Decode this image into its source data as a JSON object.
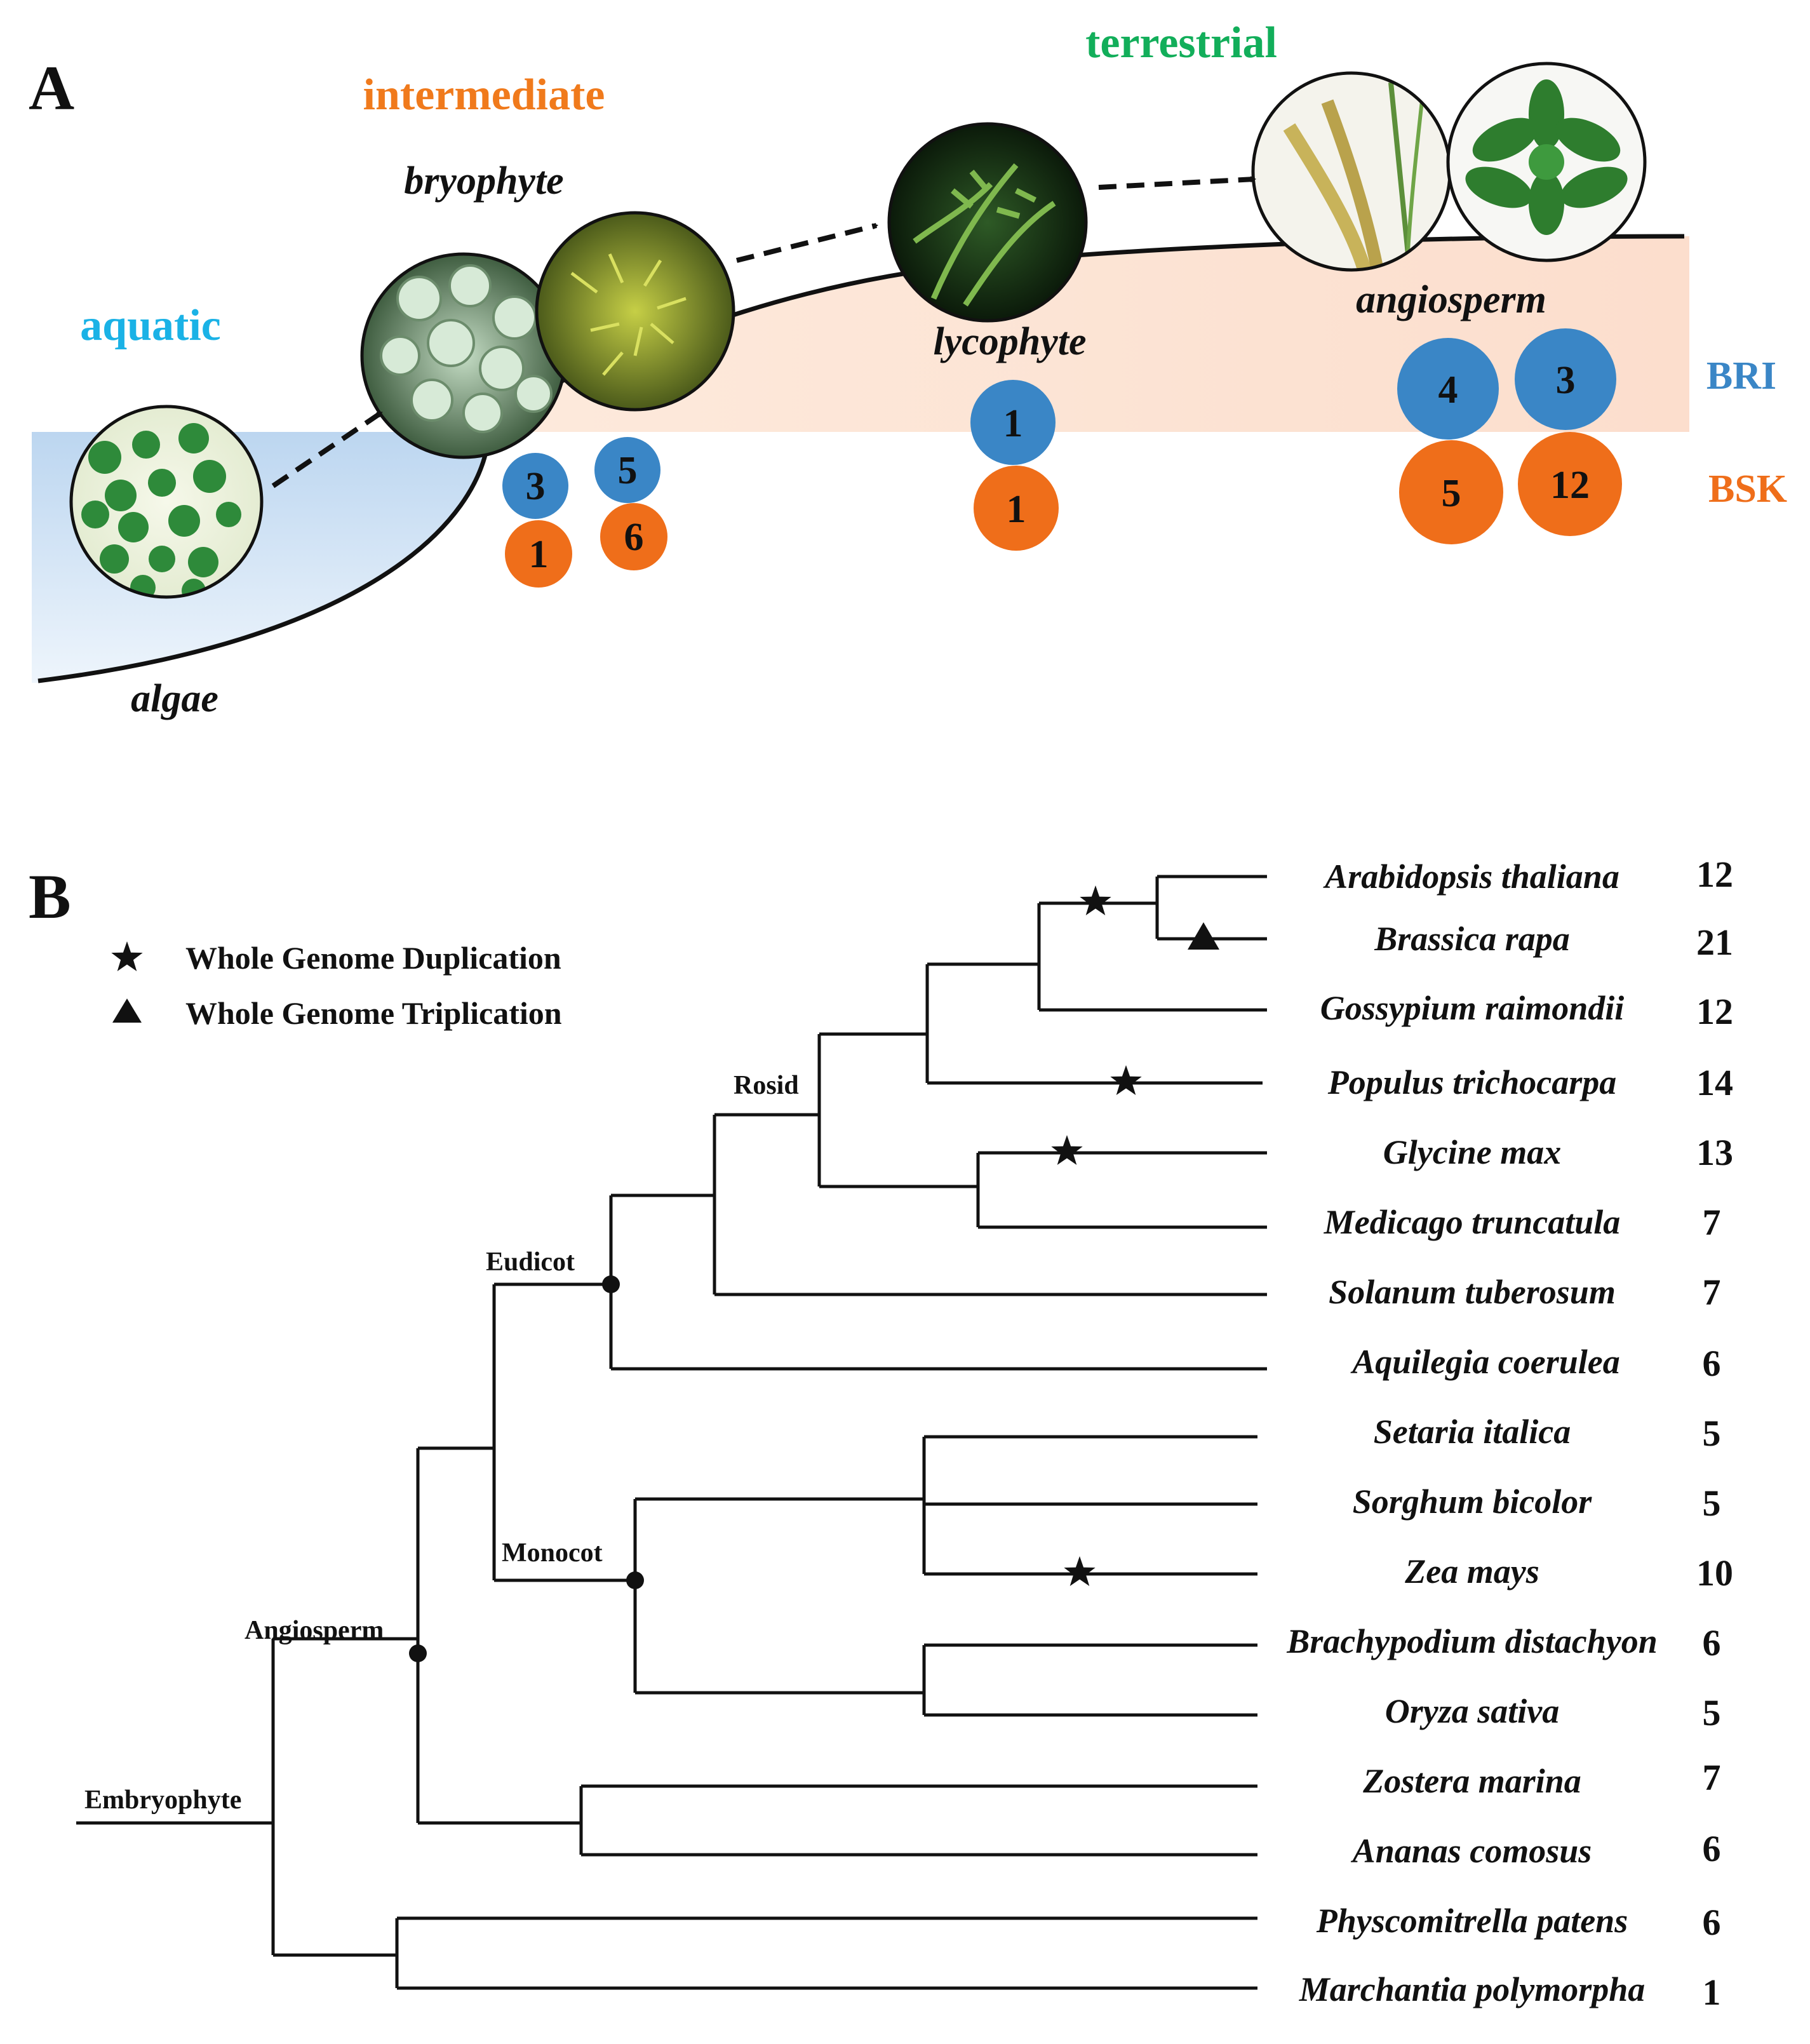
{
  "panel_a": {
    "letter": "A",
    "environments": {
      "aquatic": "aquatic",
      "intermediate": "intermediate",
      "terrestrial": "terrestrial"
    },
    "groups": {
      "algae": "algae",
      "bryophyte": "bryophyte",
      "lycophyte": "lycophyte",
      "angiosperm": "angiosperm"
    },
    "badges": {
      "bryo1_bri": "3",
      "bryo1_bsk": "1",
      "bryo2_bri": "5",
      "bryo2_bsk": "6",
      "lyco_bri": "1",
      "lyco_bsk": "1",
      "angio1_bri": "4",
      "angio1_bsk": "5",
      "angio2_bri": "3",
      "angio2_bsk": "12"
    },
    "bri_label": "BRI",
    "bsk_label": "BSK",
    "colors": {
      "aquatic": "#1ab2e6",
      "intermediate": "#f07a1c",
      "terrestrial": "#12ae5a",
      "bri": "#3a86c6",
      "bsk": "#ef6e1a"
    }
  },
  "panel_b": {
    "letter": "B",
    "legend": {
      "wgd_label": "Whole Genome Duplication",
      "wgt_label": "Whole Genome Triplication"
    },
    "clades": {
      "rosid": "Rosid",
      "eudicot": "Eudicot",
      "monocot": "Monocot",
      "angiosperm": "Angiosperm",
      "embryophyte": "Embryophyte"
    },
    "species": [
      {
        "name": "Arabidopsis thaliana",
        "count": "12"
      },
      {
        "name": "Brassica rapa",
        "count": "21"
      },
      {
        "name": "Gossypium raimondii",
        "count": "12"
      },
      {
        "name": "Populus trichocarpa",
        "count": "14"
      },
      {
        "name": "Glycine max",
        "count": "13"
      },
      {
        "name": "Medicago truncatula",
        "count": "7"
      },
      {
        "name": "Solanum tuberosum",
        "count": "7"
      },
      {
        "name": "Aquilegia coerulea",
        "count": "6"
      },
      {
        "name": "Setaria italica",
        "count": "5"
      },
      {
        "name": "Sorghum bicolor",
        "count": "5"
      },
      {
        "name": "Zea mays",
        "count": "10"
      },
      {
        "name": "Brachypodium distachyon",
        "count": "6"
      },
      {
        "name": "Oryza sativa",
        "count": "5"
      },
      {
        "name": "Zostera marina",
        "count": "7"
      },
      {
        "name": "Ananas comosus",
        "count": "6"
      },
      {
        "name": "Physcomitrella patens",
        "count": "6"
      },
      {
        "name": "Marchantia polymorpha",
        "count": "1"
      }
    ]
  }
}
